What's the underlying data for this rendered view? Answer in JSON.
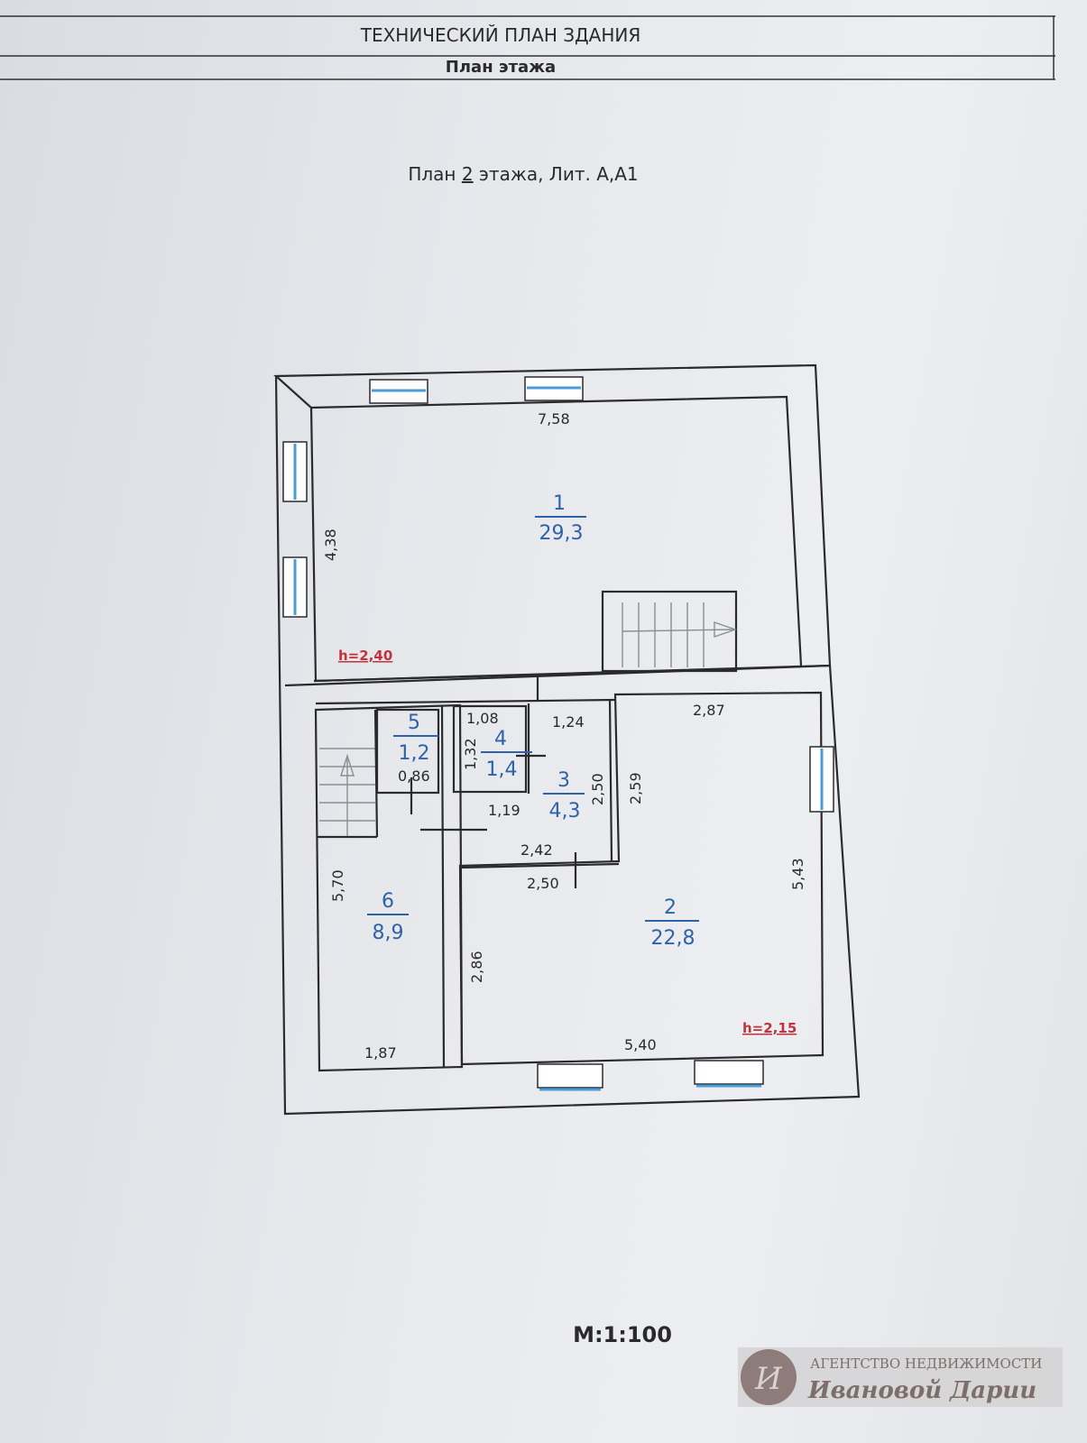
{
  "header": {
    "title": "ТЕХНИЧЕСКИЙ ПЛАН ЗДАНИЯ",
    "subtitle": "План этажа"
  },
  "plan_title": {
    "prefix": "План ",
    "floor": "2",
    "suffix": " этажа, Лит. А,А1"
  },
  "rooms": [
    {
      "number": "1",
      "area": "29,3"
    },
    {
      "number": "2",
      "area": "22,8"
    },
    {
      "number": "3",
      "area": "4,3"
    },
    {
      "number": "4",
      "area": "1,4"
    },
    {
      "number": "5",
      "area": "1,2"
    },
    {
      "number": "6",
      "area": "8,9"
    }
  ],
  "heights": {
    "room1": "h=2,40",
    "room2": "h=2,15"
  },
  "dimensions": {
    "r1_width": "7,58",
    "r1_depth": "4,38",
    "r2_top": "2,87",
    "r2_right": "5,43",
    "r2_bottom": "5,40",
    "r2_left": "2,86",
    "r2_inner": "2,59",
    "r3_top": "1,24",
    "r3_right": "2,50",
    "r3_bottom": "2,42",
    "r3_below": "2,50",
    "r3_mid": "1,19",
    "r4_top": "1,08",
    "r4_left": "1,32",
    "r5_bottom": "0,86",
    "r6_left": "5,70",
    "r6_bottom": "1,87"
  },
  "scale": "М:1:100",
  "watermark": {
    "line1": "АГЕНТСТВО НЕДВИЖИМОСТИ",
    "line2": "Ивановой Дарии",
    "logo_letter": "И"
  }
}
